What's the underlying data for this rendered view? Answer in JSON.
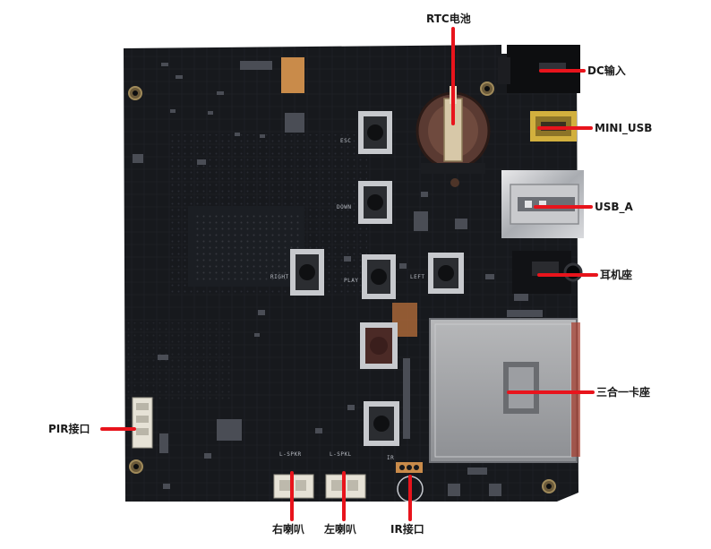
{
  "labels": {
    "rtc": "RTC电池",
    "dc": "DC输入",
    "mini_usb": "MINI_USB",
    "usb_a": "USB_A",
    "headphone": "耳机座",
    "card": "三合一卡座",
    "pir": "PIR接口",
    "right_speaker": "右喇叭",
    "left_speaker": "左喇叭",
    "ir": "IR接口"
  },
  "silkscreen": {
    "esc": "ESC",
    "down": "DOWN",
    "right": "RIGHT",
    "play": "PLAY",
    "left": "LEFT",
    "rspk": "L-SPKR",
    "lspk": "L-SPKL",
    "ir": "IR"
  },
  "colors": {
    "annotation": "#e8141c",
    "board": "#17191d",
    "text": "#1a1a1a"
  }
}
